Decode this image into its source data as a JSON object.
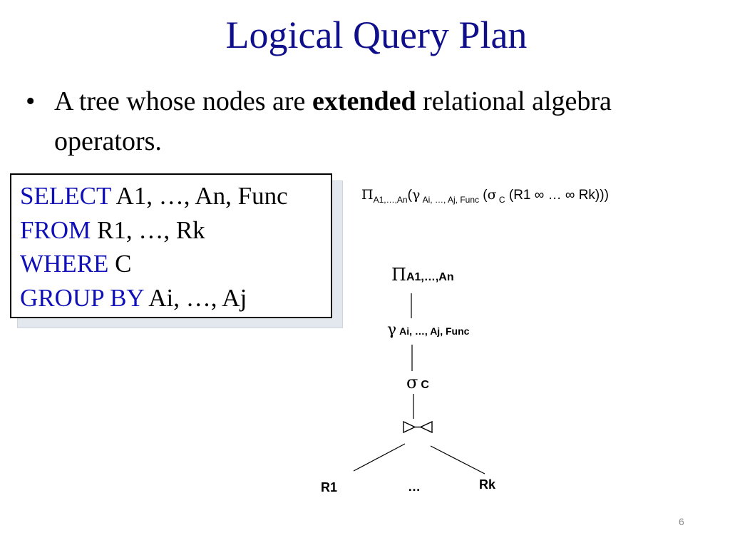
{
  "slide": {
    "title": "Logical Query Plan",
    "page_number": "6"
  },
  "bullet": {
    "dot": "•",
    "text_before": "A tree whose nodes are ",
    "text_bold": "extended",
    "text_after": " relational algebra operators."
  },
  "sql": {
    "select_kw": "SELECT",
    "select_rest": " A1, …, An, Func",
    "from_kw": "FROM",
    "from_rest": " R1, …, Rk",
    "where_kw": "WHERE",
    "where_rest": "  C",
    "group_kw": "GROUP BY",
    "group_rest": " Ai, …, Aj"
  },
  "formula": {
    "pi": "Π",
    "pi_sub": "A1,…,An",
    "open1": "(",
    "gamma": "γ",
    "gamma_sub": " Ai, …, Aj, Func",
    "open2": " (",
    "sigma": "σ",
    "sigma_sub": " C",
    "rest": " (R1  ∞   …   ∞ Rk)))"
  },
  "tree": {
    "pi_symbol": "Π",
    "pi_label": "A1,…,An",
    "gamma_symbol": "γ",
    "gamma_label": "Ai, …, Aj, Func",
    "sigma_symbol": "σ",
    "sigma_label": "C",
    "join_symbol": "⋈",
    "left_leaf": "R1",
    "middle_leaf": "…",
    "right_leaf": "Rk"
  }
}
